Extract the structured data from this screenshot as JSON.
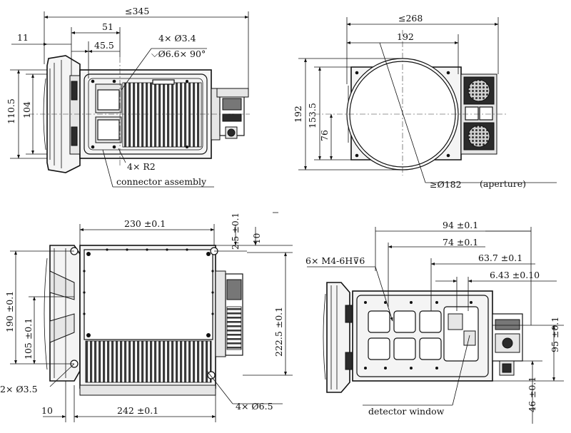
{
  "views": {
    "top_left": {
      "overall_length": "≤345",
      "dim_11": "11",
      "dim_51": "51",
      "dim_45_5": "45.5",
      "holes": "4× Ø3.4",
      "countersink": "⌵Ø6.6× 90°",
      "dim_110_5": "110.5",
      "dim_104": "104",
      "radius": "4× R2",
      "connector_label": "connector assembly"
    },
    "top_right": {
      "overall_width": "≤268",
      "dim_192_h": "192",
      "dim_192_v": "192",
      "dim_153_5": "153.5",
      "dim_76": "76",
      "aperture_dia": "≥Ø182",
      "aperture_word": "(aperture)"
    },
    "bottom_left": {
      "dim_230": "230 ±0.1",
      "dim_2_5": "2.5 ±0.1",
      "dim_10_top": "10",
      "dim_190": "190 ±0.1",
      "dim_105": "105 ±0.1",
      "dim_222_5": "222.5 ±0.1",
      "holes_3_5": "2× Ø3.5",
      "dim_10_bottom": "10",
      "dim_242": "242 ±0.1",
      "holes_6_5": "4× Ø6.5"
    },
    "bottom_right": {
      "thread": "6× M4-6H⊽6",
      "dim_94": "94 ±0.1",
      "dim_74": "74 ±0.1",
      "dim_63_7": "63.7 ±0.1",
      "dim_6_43": "6.43 ±0.10",
      "dim_95": "95 ±0.1",
      "dim_46": "46 ±0.1",
      "detector_label": "detector window"
    }
  }
}
